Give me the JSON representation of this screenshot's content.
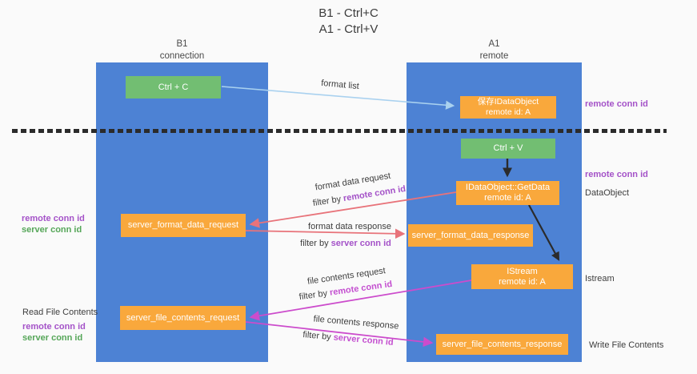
{
  "title": {
    "line1": "B1 - Ctrl+C",
    "line2": "A1 - Ctrl+V"
  },
  "lanes": {
    "left": {
      "name": "B1",
      "role": "connection"
    },
    "right": {
      "name": "A1",
      "role": "remote"
    }
  },
  "nodes": {
    "ctrl_c": {
      "label": "Ctrl + C"
    },
    "ctrl_v": {
      "label": "Ctrl + V"
    },
    "save_obj": {
      "line1": "保存IDataObject",
      "line2": "remote id: A"
    },
    "getdata": {
      "line1": "IDataObject::GetData",
      "line2": "remote id: A"
    },
    "istream": {
      "line1": "IStream",
      "line2": "remote id: A"
    },
    "format_req": {
      "label": "server_format_data_request"
    },
    "format_res": {
      "label": "server_format_data_response"
    },
    "file_req": {
      "label": "server_file_contents_request"
    },
    "file_res": {
      "label": "server_file_contents_response"
    }
  },
  "edges": {
    "format_list": {
      "label": "format list"
    },
    "format_req": {
      "line1": "format data request",
      "prefix": "filter by ",
      "key": "remote conn id"
    },
    "format_res": {
      "line1": "format data response",
      "prefix": "filter by ",
      "key": "server conn id"
    },
    "file_req": {
      "line1": "file contents request",
      "prefix": "filter by ",
      "key": "remote conn id"
    },
    "file_res": {
      "line1": "file contents response",
      "prefix": "filter by ",
      "key": "server conn id"
    }
  },
  "annotations": {
    "right_save": "remote conn id",
    "right_ctrlv": "remote conn id",
    "right_getdata": "DataObject",
    "right_istream": "Istream",
    "right_fileres": "Write File Contents",
    "left_format": {
      "line1": "remote conn id",
      "line2": "server conn id"
    },
    "left_file": {
      "line0": "Read File Contents",
      "line1": "remote conn id",
      "line2": "server conn id"
    }
  },
  "colors": {
    "lane_blue": "#4d82d4",
    "box_green": "#72be72",
    "box_orange": "#f9a83c",
    "arrow_lightblue": "#a9d1ef",
    "arrow_red": "#e8737a",
    "arrow_magenta": "#cc4ccc",
    "arrow_black": "#2b2b2b",
    "text_purple": "#a452c8",
    "text_green": "#55a658",
    "text_magenta": "#c44fd0"
  }
}
